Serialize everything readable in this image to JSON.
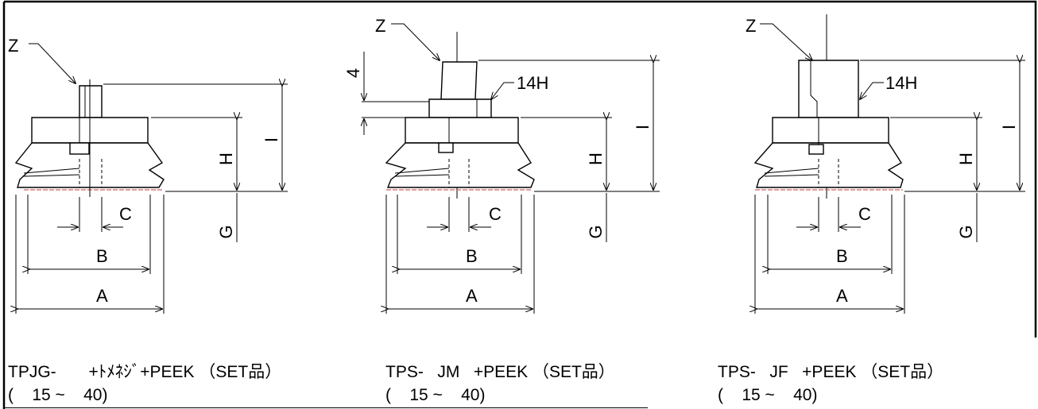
{
  "figures": [
    {
      "labels": {
        "z": "Z",
        "c": "C",
        "b": "B",
        "a": "A",
        "g": "G",
        "h": "H",
        "i": "I"
      },
      "caption_line1": "TPJG-       +ﾄﾒﾈｼﾞ+PEEK （SET品）",
      "caption_line2": "(    15 ~    40)"
    },
    {
      "labels": {
        "z": "Z",
        "four": "4",
        "hex": "14H",
        "c": "C",
        "b": "B",
        "a": "A",
        "g": "G",
        "h": "H",
        "i": "I"
      },
      "caption_line1": "TPS-   JM   +PEEK （SET品）",
      "caption_line2": "(    15 ~    40)"
    },
    {
      "labels": {
        "z": "Z",
        "hex": "14H",
        "c": "C",
        "b": "B",
        "a": "A",
        "g": "G",
        "h": "H",
        "i": "I"
      },
      "caption_line1": "TPS-   JF   +PEEK （SET品）",
      "caption_line2": "(    15 ~    40)"
    }
  ]
}
